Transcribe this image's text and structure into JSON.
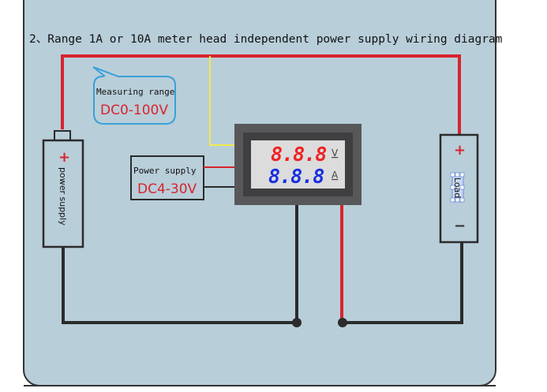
{
  "title": "2、Range 1A or 10A meter head independent power supply wiring diagram",
  "colors": {
    "panel": "#b8ced9",
    "panel_border": "#333333",
    "wire_red": "#d8242d",
    "wire_black": "#2b2b2b",
    "wire_yellow": "#f2ea4a",
    "callout_border": "#3aa0d8",
    "meter_body": "#58585a",
    "meter_bezel": "#3f3f41",
    "meter_screen": "#dcdcdc"
  },
  "callout": {
    "line1": "Measuring range",
    "line2": "DC0-100V"
  },
  "power_supply_box": {
    "line1": "Power supply",
    "line2": "DC4-30V"
  },
  "meter": {
    "voltage_digits": [
      "8",
      ".",
      "8",
      ".",
      "8"
    ],
    "voltage_display": "8.8.8",
    "current_display": "8.8.8",
    "voltage_unit": "V",
    "current_unit": "A"
  },
  "left_source": {
    "plus": "+",
    "label": "power supply"
  },
  "right_load": {
    "plus": "+",
    "minus": "−",
    "label": "Load"
  }
}
